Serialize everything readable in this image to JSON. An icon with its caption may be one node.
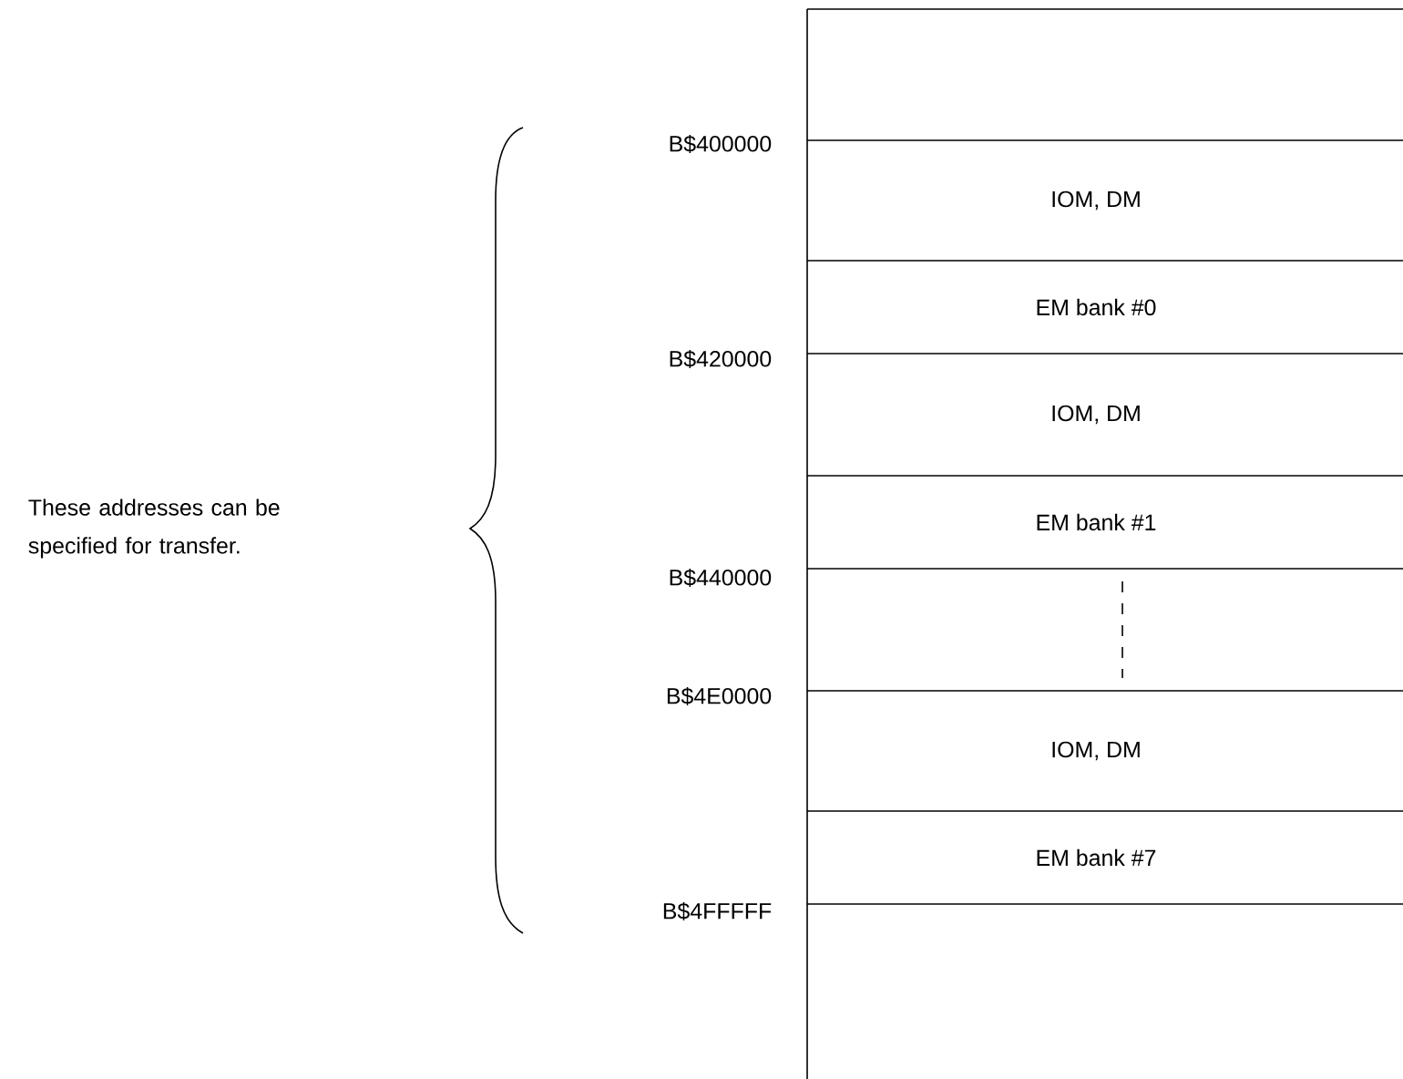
{
  "diagram": {
    "nodes": [
      {
        "text": [],
        "shape": "box"
      },
      {
        "text": [
          "IOM, DM"
        ]
      },
      {
        "text": [
          "EM bank #0"
        ]
      },
      {
        "text": [
          "IOM, DM"
        ]
      },
      {
        "text": [
          "EM bank #1"
        ]
      },
      {
        "text": [],
        "shape": "box"
      },
      {
        "text": [
          "IOM, DM"
        ]
      },
      {
        "text": [
          "EM bank #7"
        ]
      },
      {
        "text": [],
        "shape": "box"
      }
    ],
    "labels": [
      "B$400000",
      "B$420000",
      "These addresses can be specified for transfer.",
      "B$440000",
      "B$4E0000",
      "B$4FFFFF"
    ]
  }
}
